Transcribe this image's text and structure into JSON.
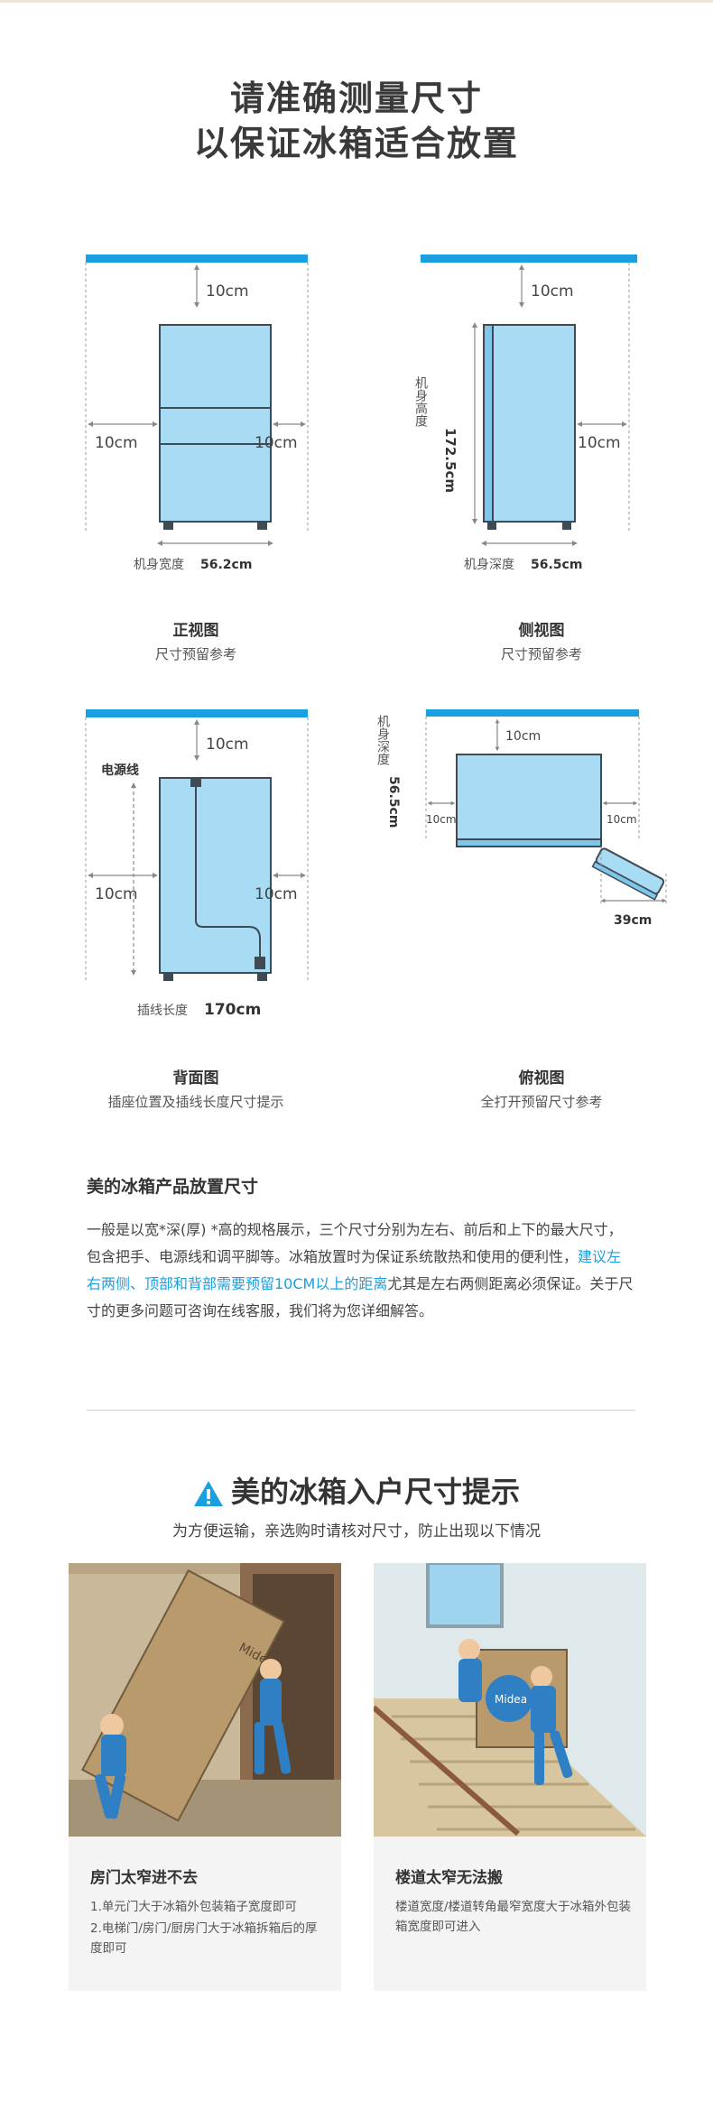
{
  "header": {
    "title_line1": "请准确测量尺寸",
    "title_line2": "以保证冰箱适合放置"
  },
  "diagrams": {
    "front": {
      "top_gap": "10cm",
      "left_gap": "10cm",
      "right_gap": "10cm",
      "width_label": "机身宽度",
      "width_value": "56.2cm",
      "title": "正视图",
      "subtitle": "尺寸预留参考"
    },
    "side": {
      "top_gap": "10cm",
      "right_gap": "10cm",
      "height_label": "机身高度",
      "height_value": "172.5cm",
      "depth_label": "机身深度",
      "depth_value": "56.5cm",
      "title": "侧视图",
      "subtitle": "尺寸预留参考"
    },
    "back": {
      "top_gap": "10cm",
      "left_gap": "10cm",
      "right_gap": "10cm",
      "power_cord_label": "电源线",
      "cord_length_label": "插线长度",
      "cord_length_value": "170cm",
      "title": "背面图",
      "subtitle": "插座位置及插线长度尺寸提示"
    },
    "top": {
      "top_gap": "10cm",
      "left_gap": "10cm",
      "right_gap": "10cm",
      "depth_label": "机身深度",
      "depth_value": "56.5cm",
      "door_value": "39cm",
      "title": "俯视图",
      "subtitle": "全打开预留尺寸参考"
    }
  },
  "placement": {
    "title": "美的冰箱产品放置尺寸",
    "text_1": "一般是以宽*深(厚) *高的规格展示，三个尺寸分别为左右、前后和上下的最大尺寸，包含把手、电源线和调平脚等。冰箱放置时为保证系统散热和使用的便利性，",
    "text_highlight": "建议左右两侧、顶部和背部需要预留10CM以上的距离",
    "text_2": "尤其是左右两侧距离必须保证。关于尺寸的更多问题可咨询在线客服，我们将为您详细解答。"
  },
  "entry": {
    "title": "美的冰箱入户尺寸提示",
    "subtitle": "为方便运输，亲选购时请核对尺寸，防止出现以下情况",
    "cards": [
      {
        "title": "房门太窄进不去",
        "lines": [
          "1.单元门大于冰箱外包装箱子宽度即可",
          "2.电梯门/房门/厨房门大于冰箱拆箱后的厚度即可"
        ],
        "brand": "Midea"
      },
      {
        "title": "楼道太窄无法搬",
        "lines": [
          "楼道宽度/楼道转角最窄宽度大于冰箱外包装箱宽度即可进入"
        ],
        "brand": "Midea"
      }
    ]
  },
  "colors": {
    "accent_blue": "#1a9fe0",
    "fridge_fill": "#a8dcf5",
    "fridge_stroke": "#3f4a55"
  }
}
